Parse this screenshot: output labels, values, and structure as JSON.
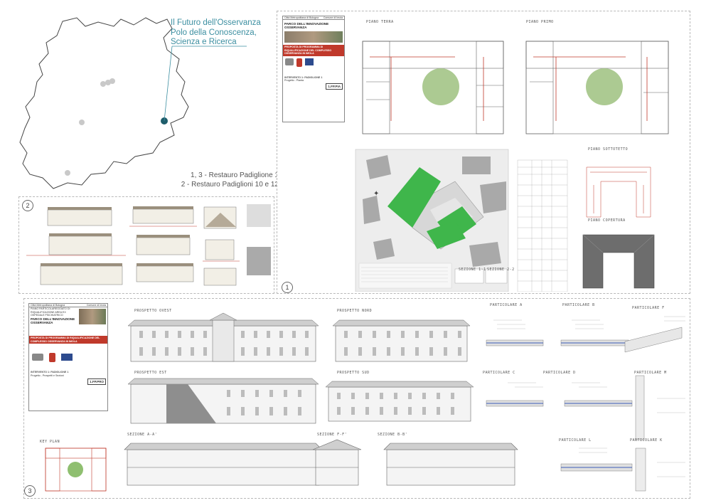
{
  "map": {
    "title_lines": [
      "Il Futuro dell'Osservanza",
      "Polo della Conoscenza,",
      "Scienza e Ricerca"
    ],
    "legend": [
      "1, 3 - Restauro Padiglione 1",
      "2 - Restauro Padiglioni 10 e 12"
    ],
    "accent_color": "#3d8fa1"
  },
  "panels": {
    "p1": {
      "number": "1"
    },
    "p2": {
      "number": "2"
    },
    "p3": {
      "number": "3"
    }
  },
  "p1": {
    "plan_labels": [
      "PIANO TERRA",
      "PIANO PRIMO",
      "PIANO SOTTOTETTO",
      "PIANO COPERTURA"
    ],
    "site_sections": [
      "SEZIONE 1-1",
      "SEZIONE 2-2"
    ],
    "title_block": {
      "header_left": "Città Metropolitana di Bologna",
      "header_right": "Comune di Imola",
      "project": "PARCO DELL'INNOVAZIONE OSSERVANZA",
      "banner": "PROPOSTA DI PROGRAMMA DI RIQUALIFICAZIONE DEL COMPLESSO OSSERVANZA IN IMOLA",
      "intervento": "INTERVENTO 1: PADIGLIONE 1",
      "subject": "Progetto - Pianta",
      "code": "1.FP.PIA"
    }
  },
  "p3": {
    "elevations": [
      "PROSPETTO OVEST",
      "PROSPETTO NORD",
      "PROSPETTO EST",
      "PROSPETTO SUD"
    ],
    "sections": [
      "SEZIONE A-A'",
      "SEZIONE F-F'",
      "SEZIONE B-B'"
    ],
    "keyplan": "KEY PLAN",
    "details": [
      "PARTICOLARE A",
      "PARTICOLARE B",
      "PARTICOLARE F",
      "PARTICOLARE C",
      "PARTICOLARE D",
      "PARTICOLARE M",
      "PARTICOLARE L",
      "PARTICOLARE K"
    ],
    "title_block": {
      "header_left": "Città Metropolitana di Bologna",
      "header_right": "Comune di Imola",
      "project_small": "PIANO PARTICOLAREGGIATO DI RIQUALIFICAZIONE AREA EX OSPEDALE PSICHIATRICO",
      "project": "PARCO DELL'INNOVAZIONE OSSERVANZA",
      "banner": "PROPOSTA DI PROGRAMMA DI RIQUALIFICAZIONE DEL COMPLESSO OSSERVANZA IN IMOLA",
      "intervento": "INTERVENTO 1: PADIGLIONE 1",
      "subject": "Progetto - Prospetti e Sezioni",
      "code": "1.FP.PRO"
    }
  }
}
